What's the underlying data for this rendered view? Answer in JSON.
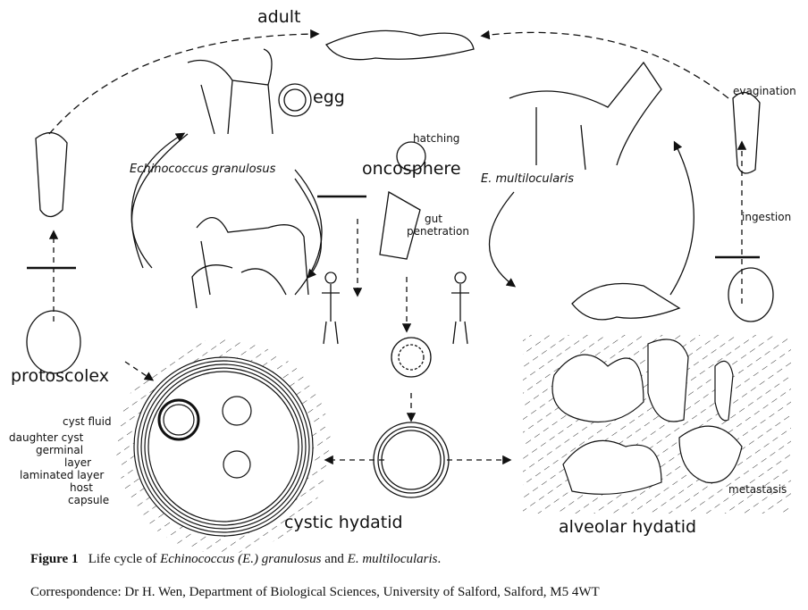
{
  "figure": {
    "labels": {
      "adult": "adult",
      "egg": "egg",
      "hatching": "hatching",
      "oncosphere": "oncosphere",
      "gut": "gut",
      "penetration": "penetration",
      "species_left": "Echinococcus granulosus",
      "species_right": "E. multilocularis",
      "evagination": "evagination",
      "ingestion": "ingestion",
      "protoscolex": "protoscolex",
      "cyst_fluid": "cyst fluid",
      "daughter_cyst": "daughter cyst",
      "germinal": "germinal",
      "layer": "layer",
      "laminated_layer": "laminated layer",
      "host": "host",
      "capsule": "capsule",
      "cystic_hydatid": "cystic hydatid",
      "alveolar_hydatid": "alveolar hydatid",
      "metastasis": "metastasis"
    }
  },
  "caption": {
    "label": "Figure 1",
    "text_pre": "Life cycle of ",
    "italic1": "Echinococcus (E.) granulosus",
    "text_mid": " and ",
    "italic2": "E. multilocularis",
    "text_post": "."
  },
  "footer": {
    "correspondence": "Correspondence: Dr H. Wen, Department of Biological Sciences, University of Salford, Salford, M5 4WT"
  }
}
